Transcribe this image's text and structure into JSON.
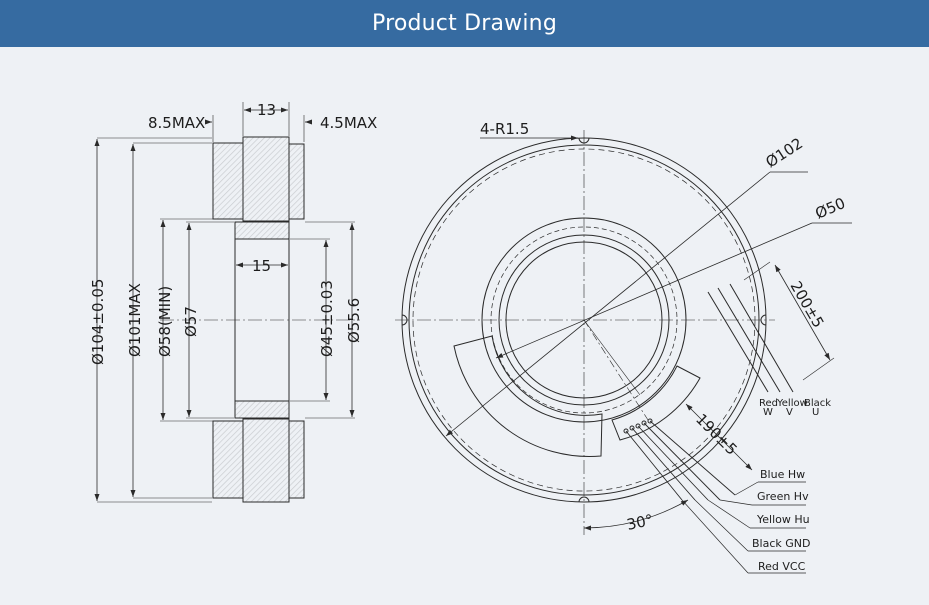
{
  "header": {
    "title": "Product Drawing"
  },
  "colors": {
    "header_bg": "#366ba1",
    "background": "#eef1f5",
    "line": "#2a2a2a"
  },
  "side_view": {
    "dims": {
      "left_max": "8.5MAX",
      "width": "13",
      "right_max": "4.5MAX",
      "inner_width": "15",
      "d104": "Ø104±0.05",
      "d101": "Ø101MAX",
      "d58": "Ø58(MIN)",
      "d57": "Ø57",
      "d45": "Ø45±0.03",
      "d55": "Ø55.6"
    }
  },
  "front_view": {
    "dims": {
      "holes": "4-R1.5",
      "d102": "Ø102",
      "d50": "Ø50",
      "lead_a": "200±5",
      "lead_b": "190±5",
      "angle": "30°"
    },
    "phase_wires": [
      {
        "color_name": "Red",
        "phase": "W"
      },
      {
        "color_name": "Yellow",
        "phase": "V"
      },
      {
        "color_name": "Black",
        "phase": "U"
      }
    ],
    "sensor_wires": [
      "Blue Hw",
      "Green Hv",
      "Yellow Hu",
      "Black GND",
      "Red VCC"
    ]
  }
}
